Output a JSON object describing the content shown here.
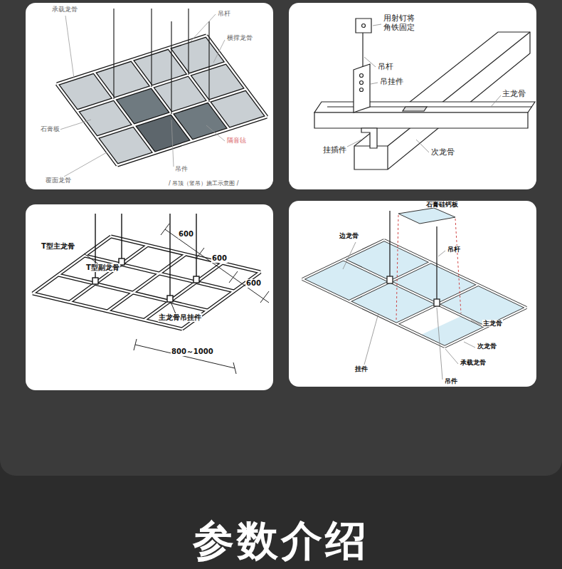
{
  "diagram": {
    "title": "参数介绍",
    "labels": [
      "承载龙骨",
      "吊杆",
      "横撑龙骨",
      "石膏板",
      "隔音毡",
      "吊件",
      "覆面龙骨",
      "/ 吊顶（竖吊）施工示意图 /",
      "用射钉将角铁固定",
      "吊杆",
      "吊挂件",
      "主龙骨",
      "挂插件",
      "次龙骨",
      "T型主龙骨",
      "T型副龙骨",
      "600",
      "600",
      "600",
      "主龙骨吊挂件",
      "800～1000",
      "石膏硅钙板",
      "边龙骨",
      "吊杆",
      "主龙骨",
      "次龙骨",
      "承载龙骨",
      "挂件",
      "吊件"
    ]
  }
}
